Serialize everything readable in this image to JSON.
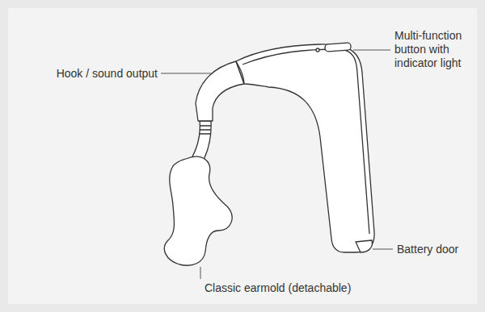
{
  "diagram": {
    "labels": [
      "Hook / sound output",
      "Multi-function button with indicator light",
      "Battery door",
      "Classic earmold (detachable)"
    ]
  }
}
